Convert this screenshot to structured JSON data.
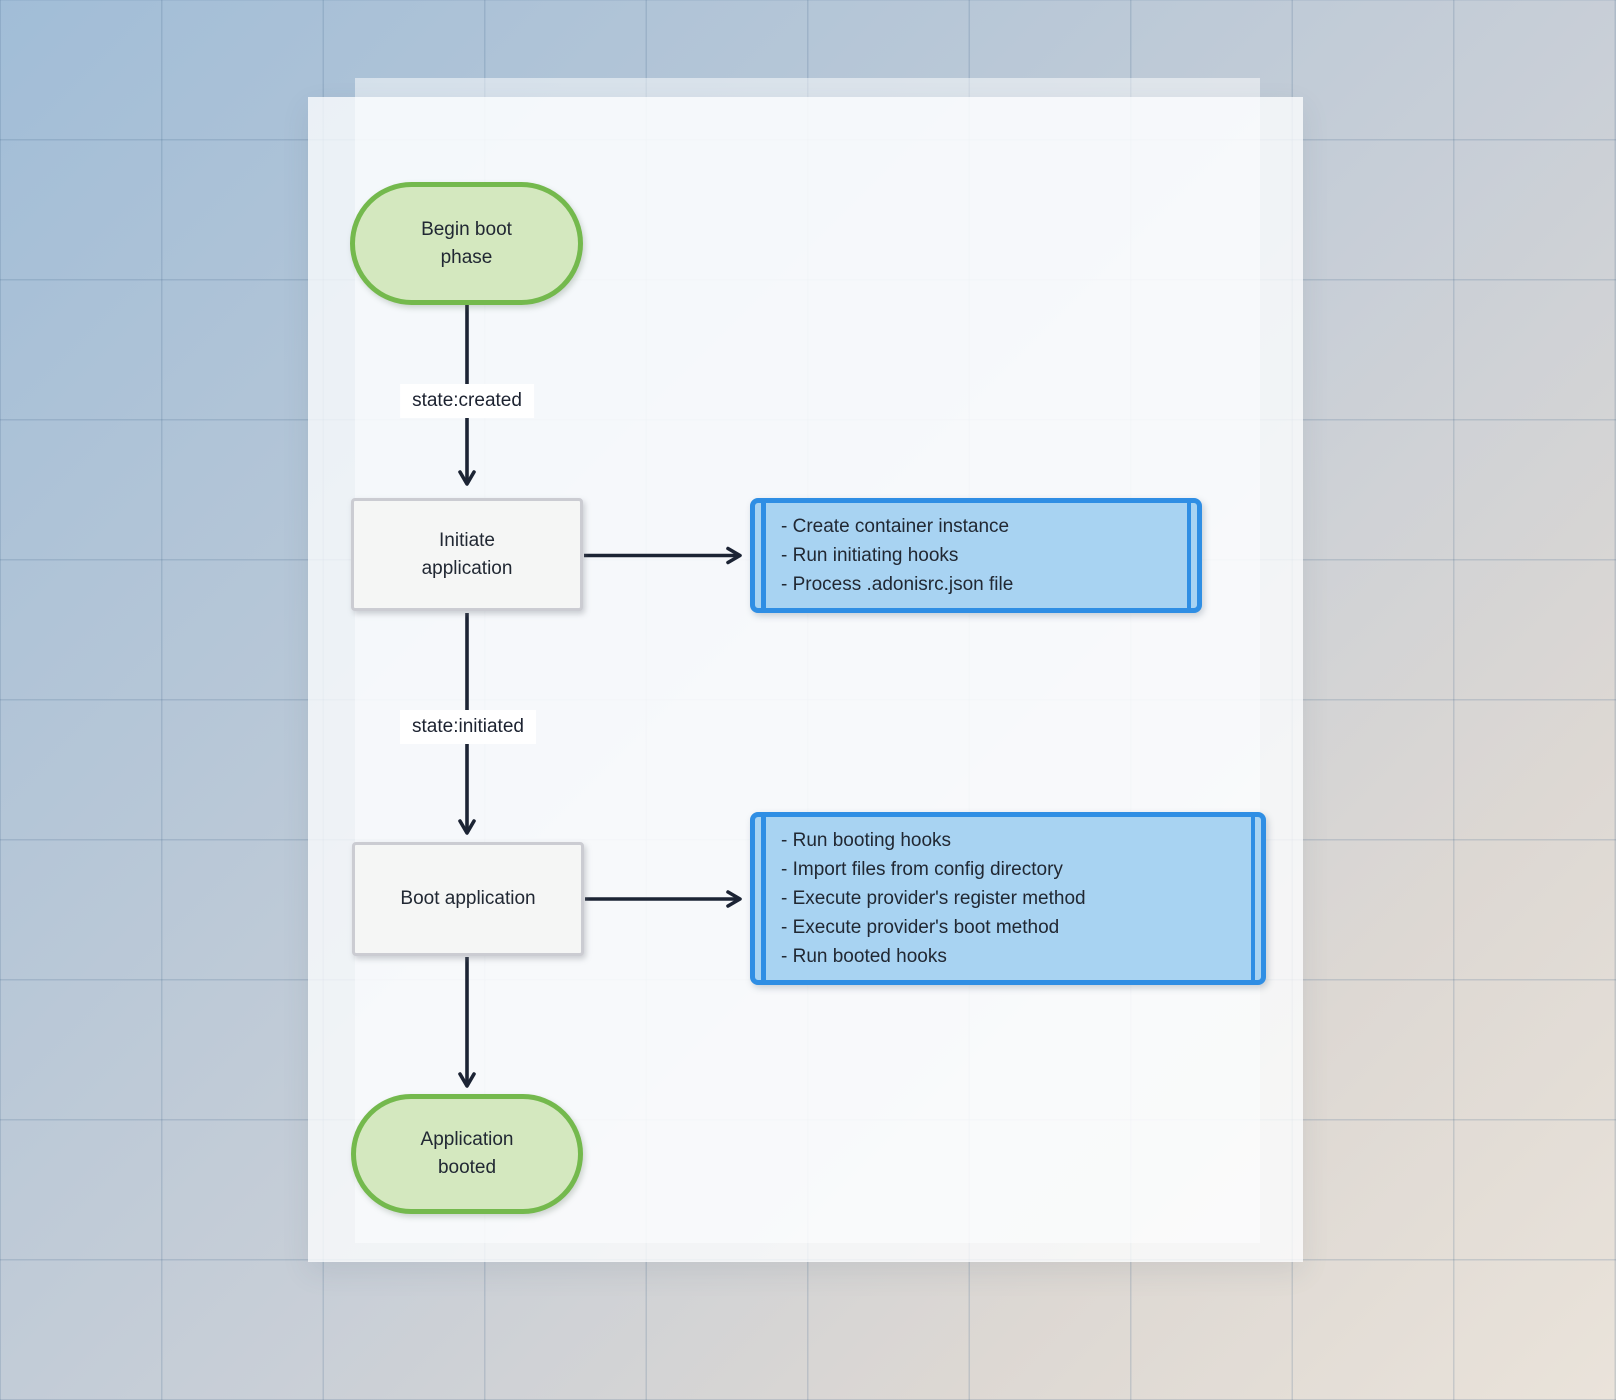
{
  "background": {
    "gradient_from": "#a1bdd7",
    "gradient_to": "#eae3da",
    "grid_line_color": "rgba(70,105,140,0.20)"
  },
  "colors": {
    "stadium_fill": "#d4e8bf",
    "stadium_border": "#74b94d",
    "rect_fill": "#f5f6f5",
    "rect_border": "#cbccd2",
    "subroutine_fill": "#a8d3f2",
    "subroutine_border": "#2f8ee4",
    "edge_color": "#1c2434",
    "text_color": "#212833",
    "edge_label_bg": "#ffffff"
  },
  "diagram": {
    "nodes": [
      {
        "id": "begin-boot-phase",
        "type": "stadium",
        "label": "Begin boot phase"
      },
      {
        "id": "initiate-application",
        "type": "rect",
        "label": "Initiate application"
      },
      {
        "id": "initiate-tasks",
        "type": "subroutine",
        "lines": [
          "- Create container instance",
          "- Run initiating hooks",
          "- Process .adonisrc.json file"
        ]
      },
      {
        "id": "boot-application",
        "type": "rect",
        "label": "Boot application"
      },
      {
        "id": "boot-tasks",
        "type": "subroutine",
        "lines": [
          "- Run booting hooks",
          "- Import files from config directory",
          "- Execute provider's register method",
          "- Execute provider's boot method",
          "- Run booted hooks"
        ]
      },
      {
        "id": "application-booted",
        "type": "stadium",
        "label": "Application booted"
      }
    ],
    "edge_labels": [
      {
        "label": "state:created"
      },
      {
        "label": "state:initiated"
      }
    ]
  }
}
